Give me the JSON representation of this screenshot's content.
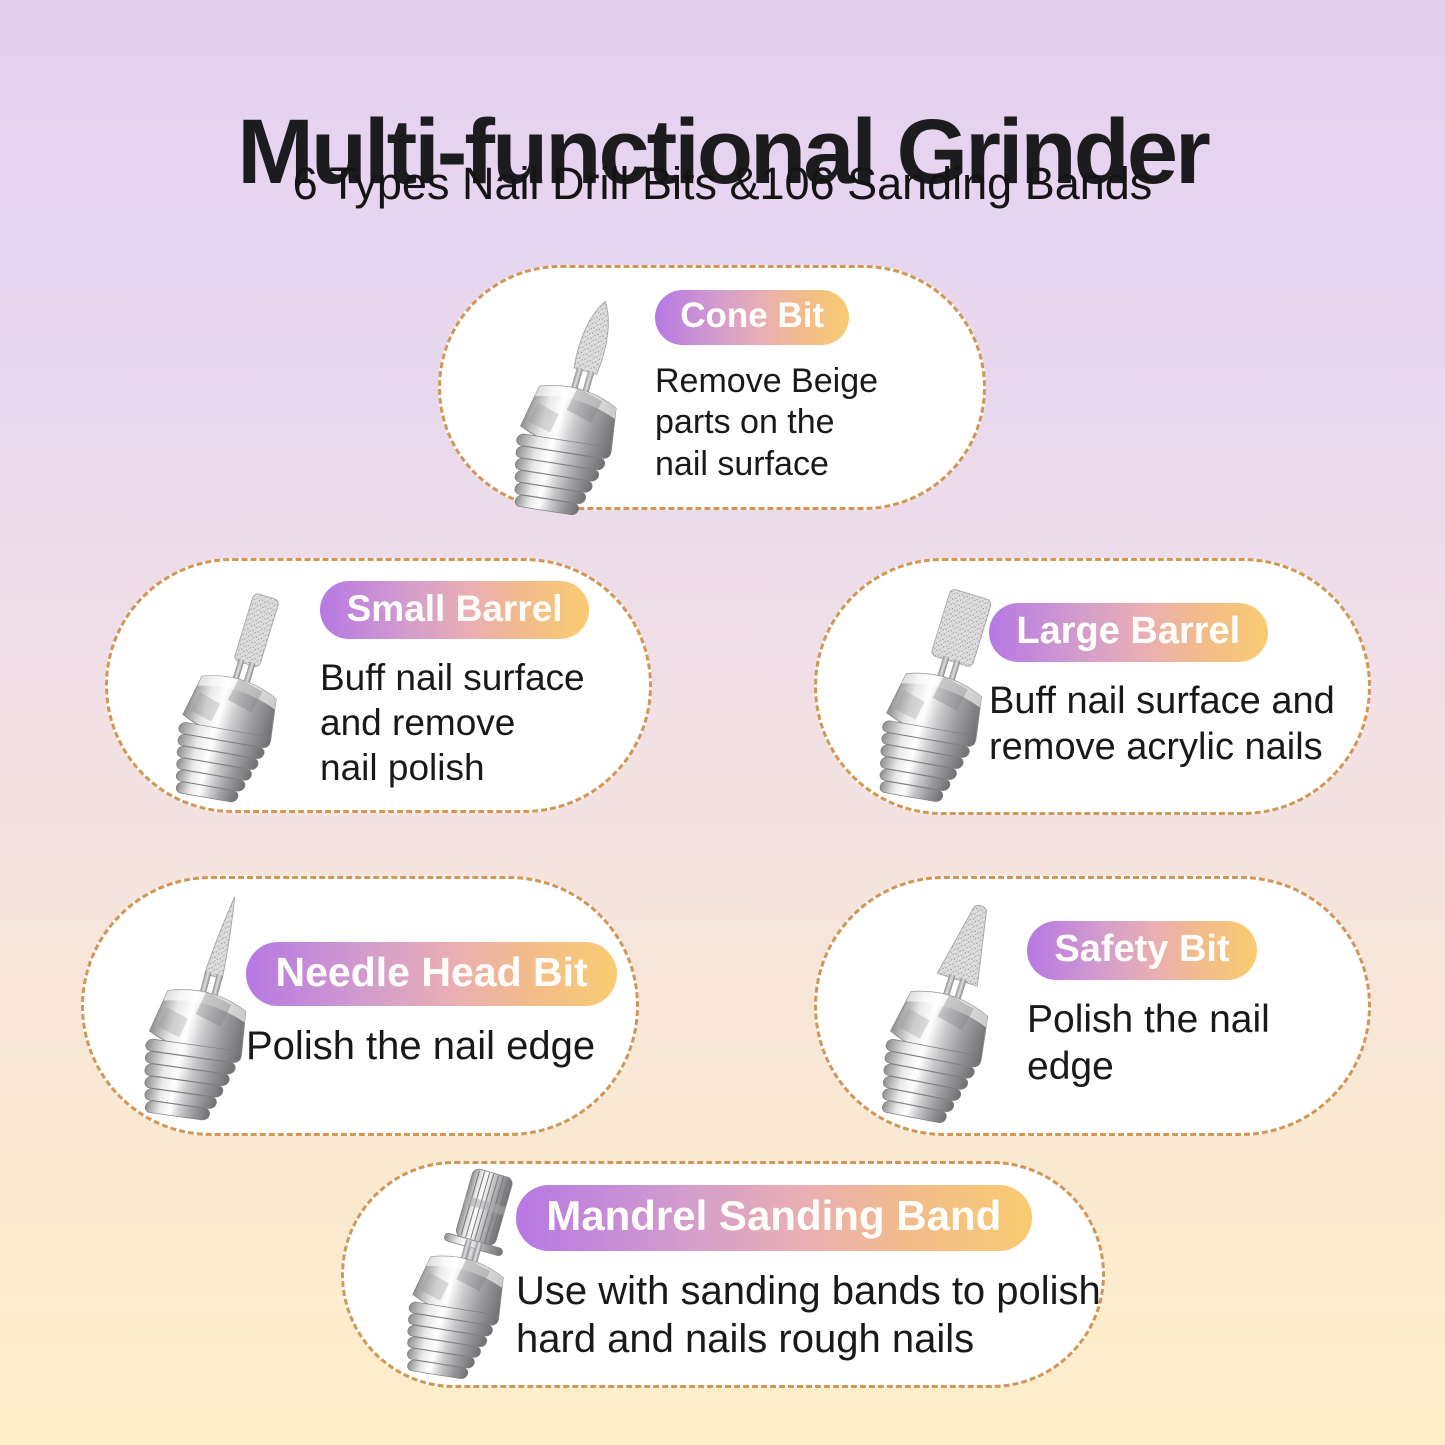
{
  "header": {
    "title": "Multi-functional Grinder",
    "subtitle": "6 Types Nail Drill Bits &106 Sanding Bands"
  },
  "cards": [
    {
      "label": "Cone Bit",
      "description": "Remove Beige\nparts on the\nnail surface",
      "bit_icon": "cone-bit-image"
    },
    {
      "label": "Small Barrel",
      "description": "Buff nail surface\nand remove\nnail polish",
      "bit_icon": "small-barrel-bit-image"
    },
    {
      "label": "Large Barrel",
      "description": "Buff nail surface and\nremove acrylic nails",
      "bit_icon": "large-barrel-bit-image"
    },
    {
      "label": "Needle Head Bit",
      "description": "Polish the nail edge",
      "bit_icon": "needle-head-bit-image"
    },
    {
      "label": "Safety Bit",
      "description": "Polish the nail\nedge",
      "bit_icon": "safety-bit-image"
    },
    {
      "label": "Mandrel Sanding Band",
      "description": "Use with sanding bands to polish\nhard and nails rough nails",
      "bit_icon": "mandrel-sanding-band-image"
    }
  ],
  "colors": {
    "background_top": "#e3d0f1",
    "background_bottom": "#ffeec9",
    "card_background": "#ffffff",
    "card_border_dashed": "#d49654",
    "pill_gradient_left_purple": "#b678e3",
    "pill_gradient_middle_pink": "#e9aeb4",
    "pill_gradient_right_yellow": "#f8cb71",
    "title_text": "#1c1c1e",
    "body_text": "#191919",
    "pill_text": "#fffdfa"
  }
}
